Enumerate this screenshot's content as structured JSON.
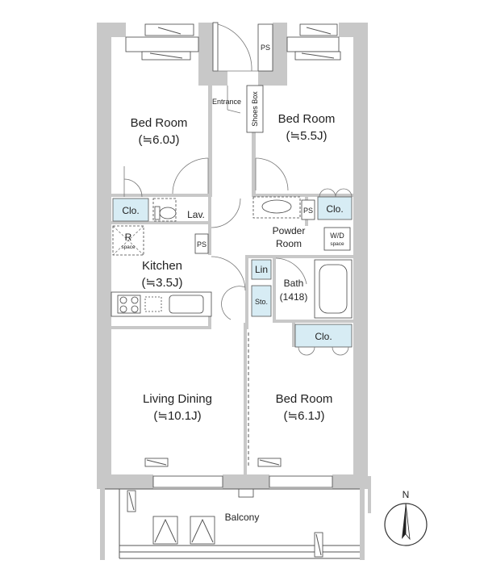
{
  "rooms": {
    "bedroom_nw": {
      "name": "Bed Room",
      "size": "(≒6.0J)"
    },
    "bedroom_ne": {
      "name": "Bed Room",
      "size": "(≒5.5J)"
    },
    "bedroom_se": {
      "name": "Bed Room",
      "size": "(≒6.1J)"
    },
    "kitchen": {
      "name": "Kitchen",
      "size": "(≒3.5J)"
    },
    "living": {
      "name": "Living Dining",
      "size": "(≒10.1J)"
    },
    "bath": {
      "name": "Bath",
      "size": "(1418)"
    },
    "powder": {
      "name": "Powder",
      "name2": "Room"
    },
    "entrance": "Entrance",
    "shoes_box": "Shoes Box",
    "balcony": "Balcony"
  },
  "fixtures": {
    "clo_left": "Clo.",
    "clo_right": "Clo.",
    "clo_bottom": "Clo.",
    "lav": "Lav.",
    "ps_top": "PS",
    "ps_kitchen": "PS",
    "ps_powder": "PS",
    "lin": "Lin",
    "sto": "Sto.",
    "fridge": "R",
    "fridge_sub": "space",
    "wd": "W/D",
    "wd_sub": "space"
  },
  "compass": {
    "label": "N"
  }
}
